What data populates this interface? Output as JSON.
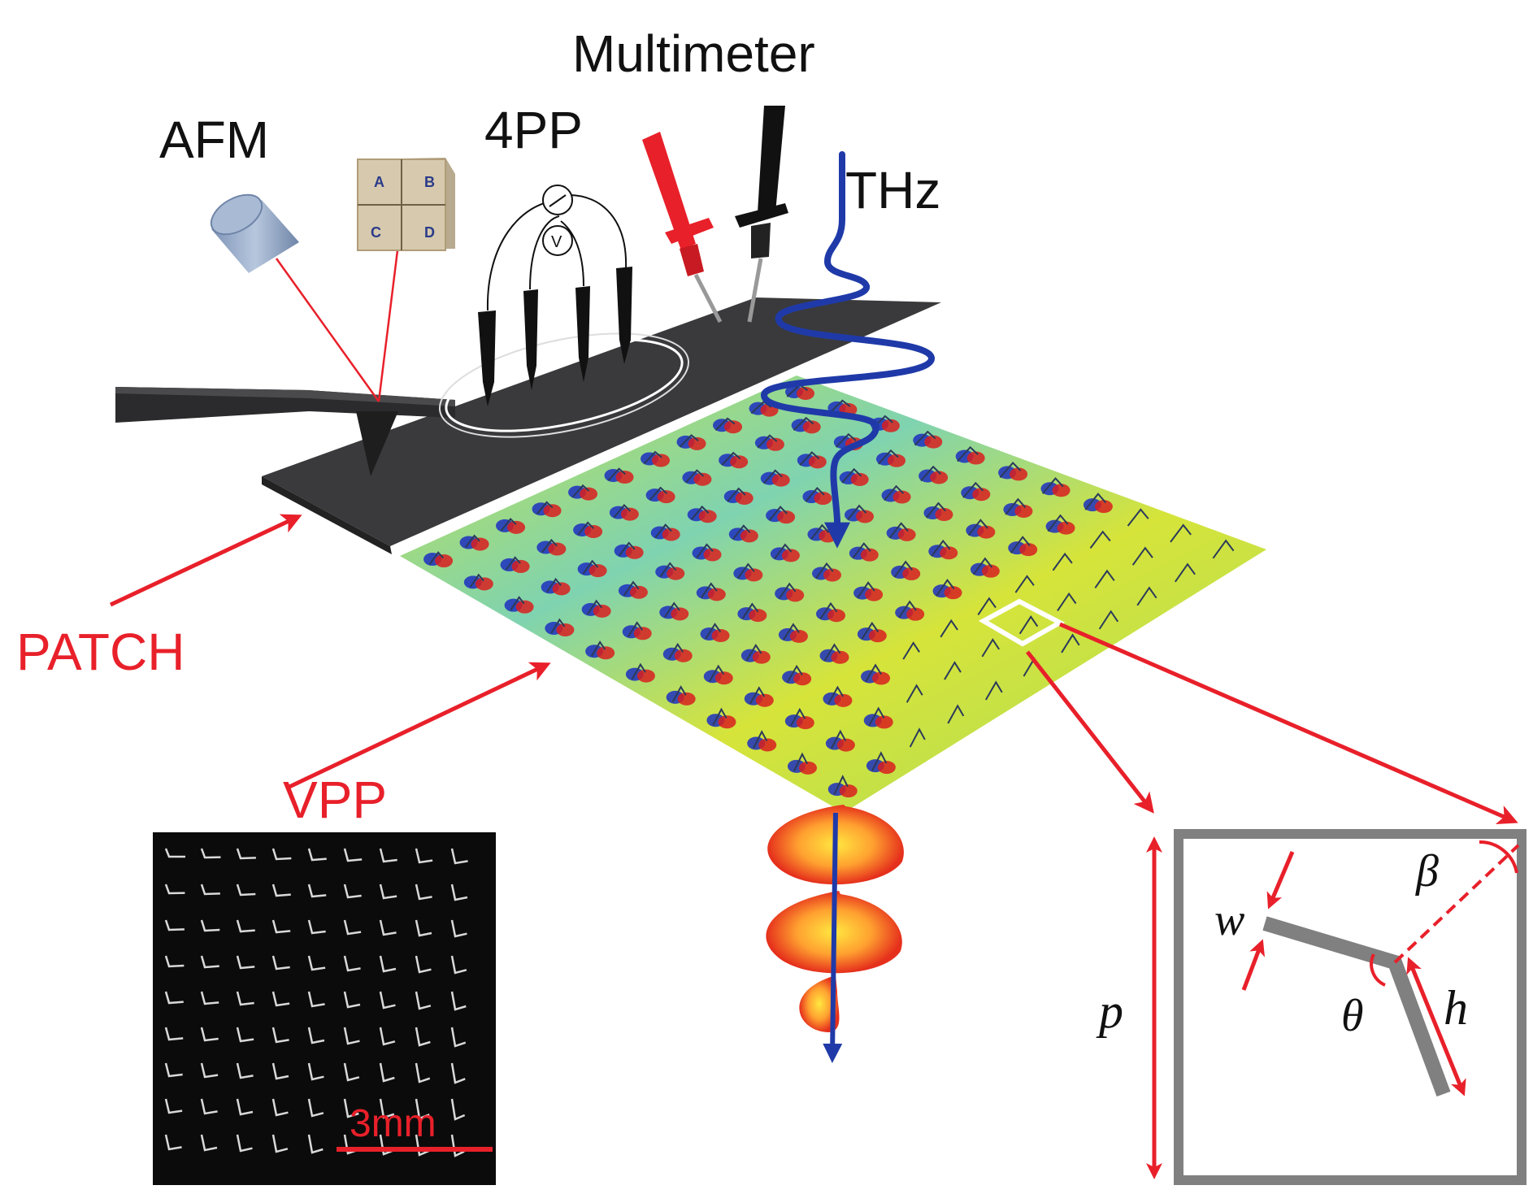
{
  "labels": {
    "multimeter": "Multimeter",
    "afm": "AFM",
    "four_pp": "4PP",
    "thz": "THz",
    "patch": "PATCH",
    "vpp": "VPP",
    "scale_bar": "3mm",
    "voltmeter_symbol": "V"
  },
  "photodetector_quadrants": [
    "A",
    "B",
    "C",
    "D"
  ],
  "unit_cell_params": {
    "w": "w",
    "p": "p",
    "theta": "θ",
    "h": "h",
    "beta": "β"
  },
  "colors": {
    "annotation_red": "#e8202a",
    "thz_blue": "#1f3aa8",
    "substrate_gray": "#3a3a3c",
    "cell_frame_gray": "#808080"
  }
}
